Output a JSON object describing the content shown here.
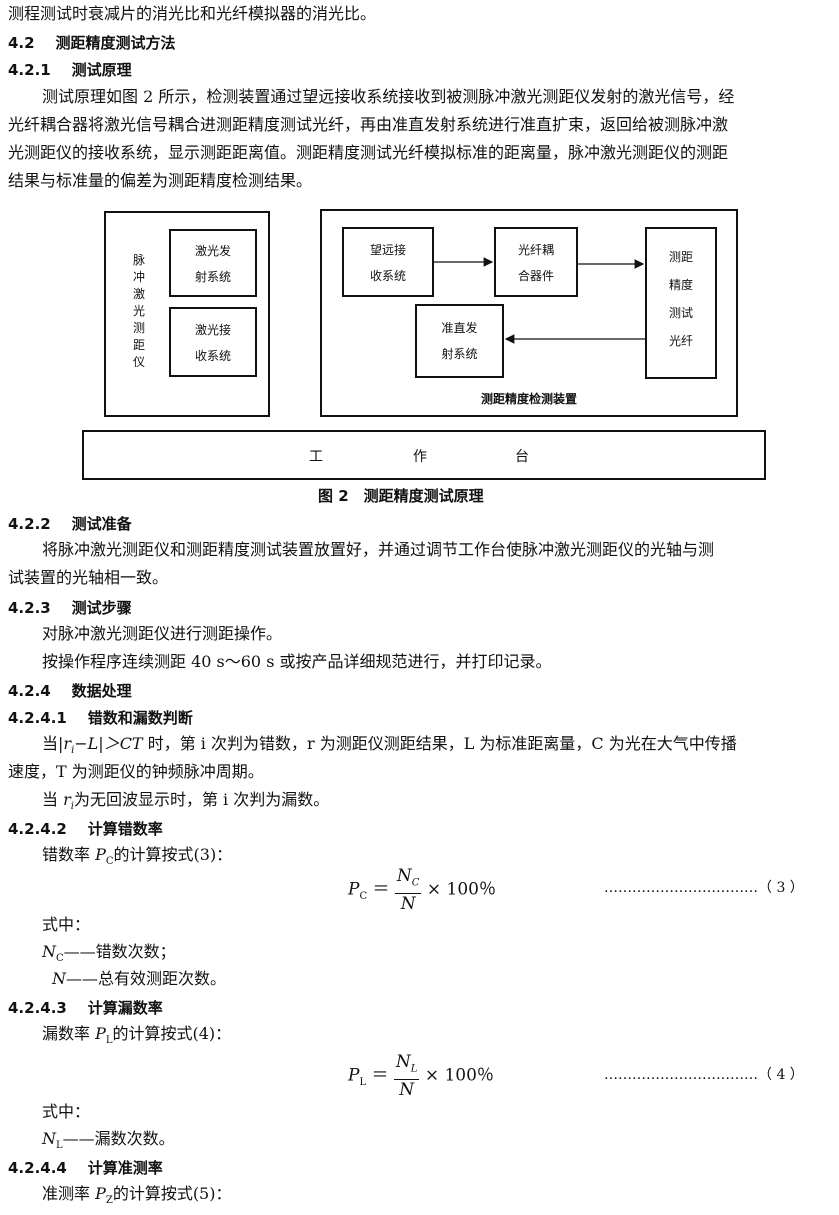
{
  "intro_line": "测程测试时衰减片的消光比和光纤模拟器的消光比。",
  "sections": {
    "s42": {
      "num": "4.2",
      "title": "测距精度测试方法"
    },
    "s421": {
      "num": "4.2.1",
      "title": "测试原理"
    },
    "s422": {
      "num": "4.2.2",
      "title": "测试准备"
    },
    "s423": {
      "num": "4.2.3",
      "title": "测试步骤"
    },
    "s424": {
      "num": "4.2.4",
      "title": "数据处理"
    },
    "s4241": {
      "num": "4.2.4.1",
      "title": "错数和漏数判断"
    },
    "s4242": {
      "num": "4.2.4.2",
      "title": "计算错数率"
    },
    "s4243": {
      "num": "4.2.4.3",
      "title": "计算漏数率"
    },
    "s4244": {
      "num": "4.2.4.4",
      "title": "计算准测率"
    }
  },
  "principle_lines": [
    "测试原理如图 2 所示，检测装置通过望远接收系统接收到被测脉冲激光测距仪发射的激光信号，经",
    "光纤耦合器将激光信号耦合进测距精度测试光纤，再由准直发射系统进行准直扩束，返回给被测脉冲激",
    "光测距仪的接收系统，显示测距距离值。测距精度测试光纤模拟标准的距离量，脉冲激光测距仪的测距",
    "结果与标准量的偏差为测距精度检测结果。"
  ],
  "diagram": {
    "rangefinder_label": "脉冲激光测距仪",
    "laser_emit": [
      "激光发",
      "射系统"
    ],
    "laser_receive": [
      "激光接",
      "收系统"
    ],
    "telescope": [
      "望远接",
      "收系统"
    ],
    "coupler": [
      "光纤耦",
      "合器件"
    ],
    "collimator": [
      "准直发",
      "射系统"
    ],
    "fiber": [
      "测距",
      "精度",
      "测试",
      "光纤"
    ],
    "device_label": "测距精度检测装置",
    "bench": [
      "工",
      "作",
      "台"
    ],
    "caption": "图 2　测距精度测试原理"
  },
  "prep_lines": [
    "将脉冲激光测距仪和测距精度测试装置放置好，并通过调节工作台使脉冲激光测距仪的光轴与测",
    "试装置的光轴相一致。"
  ],
  "steps_lines": [
    "对脉冲激光测距仪进行测距操作。",
    "按操作程序连续测距 40 s～60 s 或按产品详细规范进行，并打印记录。"
  ],
  "judge": {
    "line1_pre": "当|",
    "line1_expr": "r",
    "line1_sub": "i",
    "line1_mid": "−L|＞CT",
    "line1_text": " 时，第 i 次判为错数，r 为测距仪测距结果，L 为标准距离量，C 为光在大气中传播",
    "line2": "速度，T 为测距仪的钟频脉冲周期。",
    "line3_pre": "当 ",
    "line3_r": "r",
    "line3_sub": "i",
    "line3_text": "为无回波显示时，第 i 次判为漏数。"
  },
  "error_rate": {
    "intro_pre": "错数率 ",
    "intro_sym": "P",
    "intro_sub": "C",
    "intro_post": "的计算按式(3)：",
    "lhs": "P",
    "lhs_sub": "C",
    "num": "N",
    "num_sub": "C",
    "den": "N",
    "tail": "× 100％",
    "eq_no": "……………………………（ 3 ）",
    "where": "式中：",
    "def1_sym": "N",
    "def1_sub": "C",
    "def1_text": "——错数次数；",
    "def2_sym": "N",
    "def2_text": "——总有效测距次数。"
  },
  "miss_rate": {
    "intro_pre": "漏数率 ",
    "intro_sym": "P",
    "intro_sub": "L",
    "intro_post": "的计算按式(4)：",
    "lhs": "P",
    "lhs_sub": "L",
    "num": "N",
    "num_sub": "L",
    "den": "N",
    "tail": "× 100％",
    "eq_no": "……………………………（ 4 ）",
    "where": "式中：",
    "def1_sym": "N",
    "def1_sub": "L",
    "def1_text": "——漏数次数。"
  },
  "accuracy_rate": {
    "intro_pre": "准测率 ",
    "intro_sym": "P",
    "intro_sub": "Z",
    "intro_post": "的计算按式(5)："
  }
}
